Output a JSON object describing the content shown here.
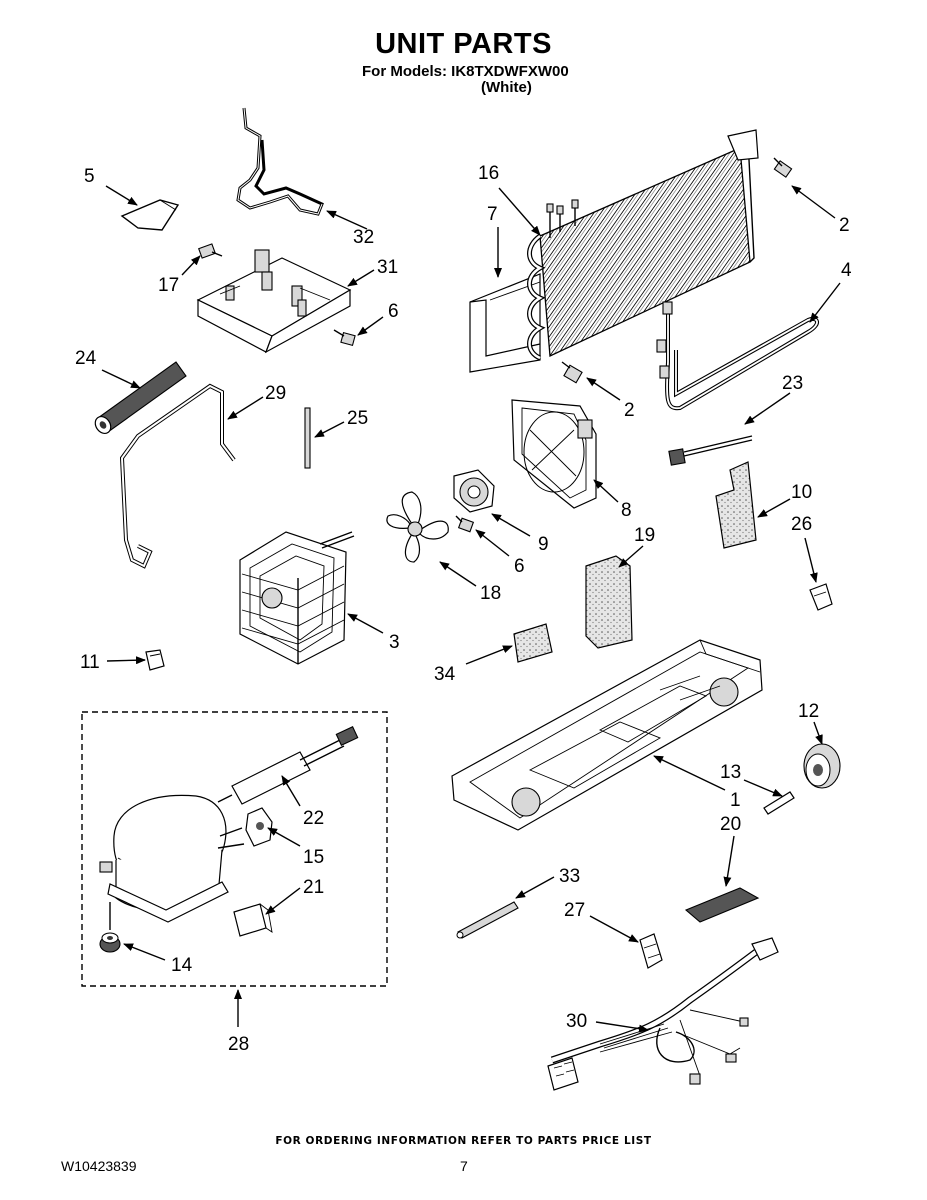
{
  "header": {
    "title": "UNIT PARTS",
    "models_line": "For Models: IK8TXDWFXW00",
    "variant": "(White)"
  },
  "callouts": [
    "5",
    "32",
    "16",
    "7",
    "2",
    "17",
    "31",
    "6",
    "4",
    "24",
    "29",
    "25",
    "2",
    "23",
    "10",
    "9",
    "8",
    "26",
    "6",
    "19",
    "18",
    "3",
    "11",
    "34",
    "12",
    "22",
    "13",
    "1",
    "15",
    "20",
    "21",
    "33",
    "27",
    "14",
    "28",
    "30"
  ],
  "footer": {
    "ordering_note": "FOR ORDERING INFORMATION REFER TO PARTS PRICE LIST",
    "doc_number": "W10423839",
    "page_number": "7"
  }
}
